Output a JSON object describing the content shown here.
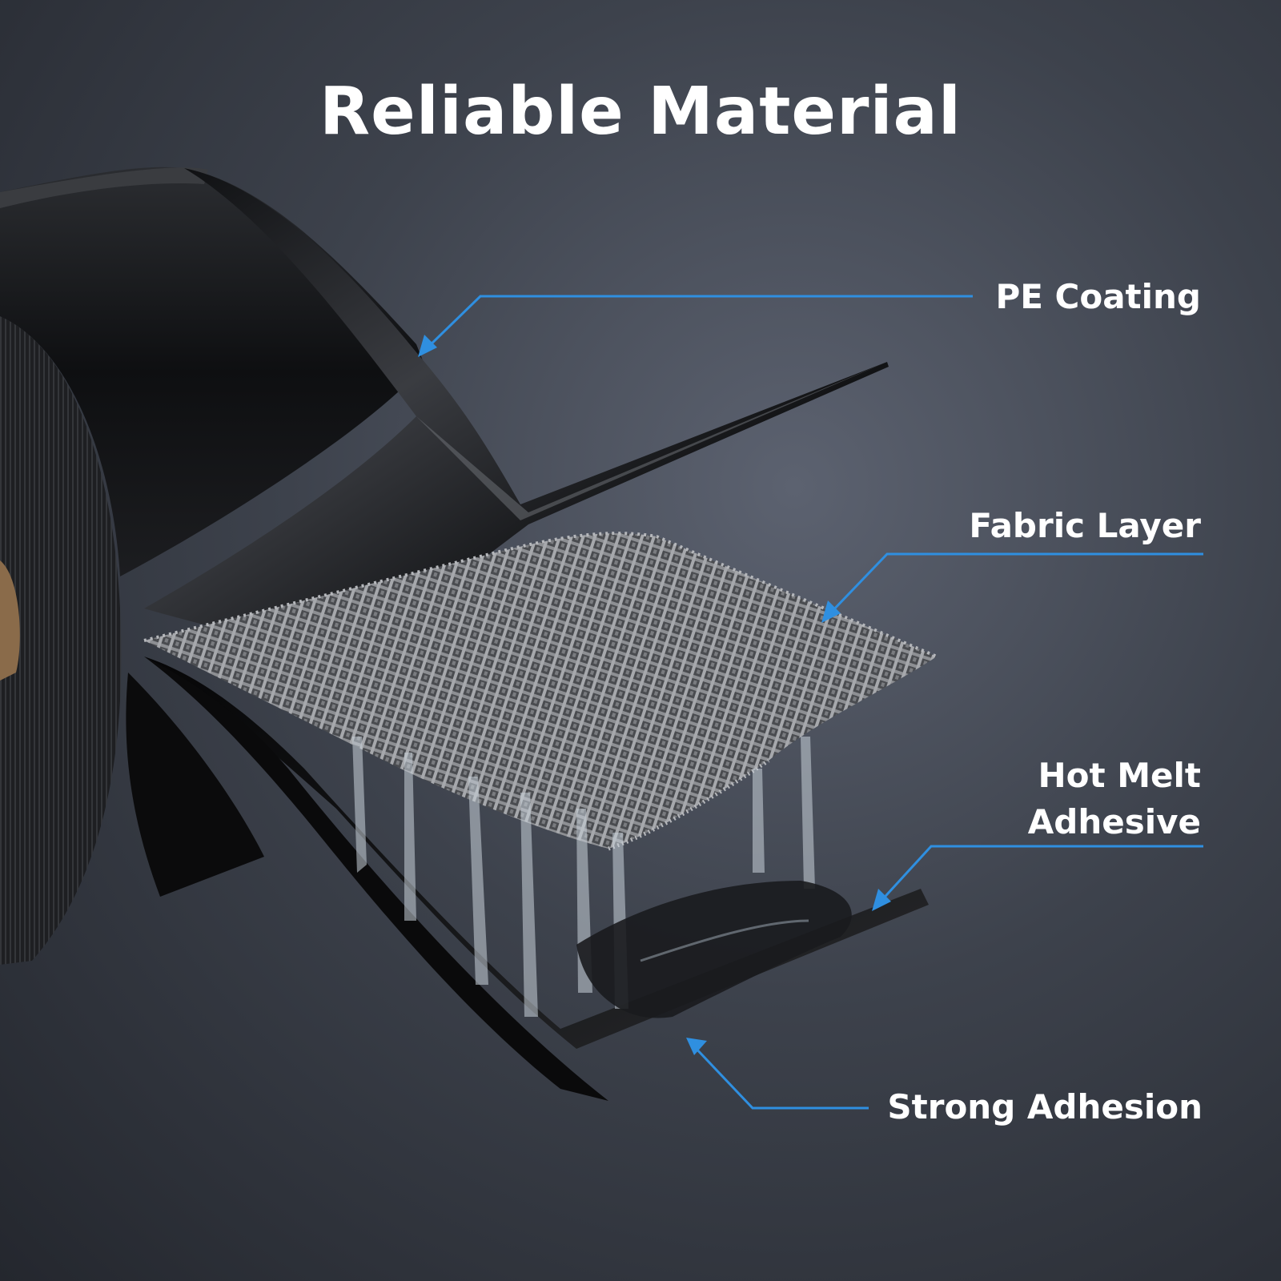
{
  "title": "Reliable Material",
  "callouts": {
    "pe_coating": "PE Coating",
    "fabric_layer": "Fabric Layer",
    "hot_melt_line1": "Hot Melt",
    "hot_melt_line2": "Adhesive",
    "strong_adhesion": "Strong Adhesion"
  },
  "colors": {
    "accent": "#2f8fe0",
    "text": "#ffffff",
    "background": "#3d424c"
  }
}
